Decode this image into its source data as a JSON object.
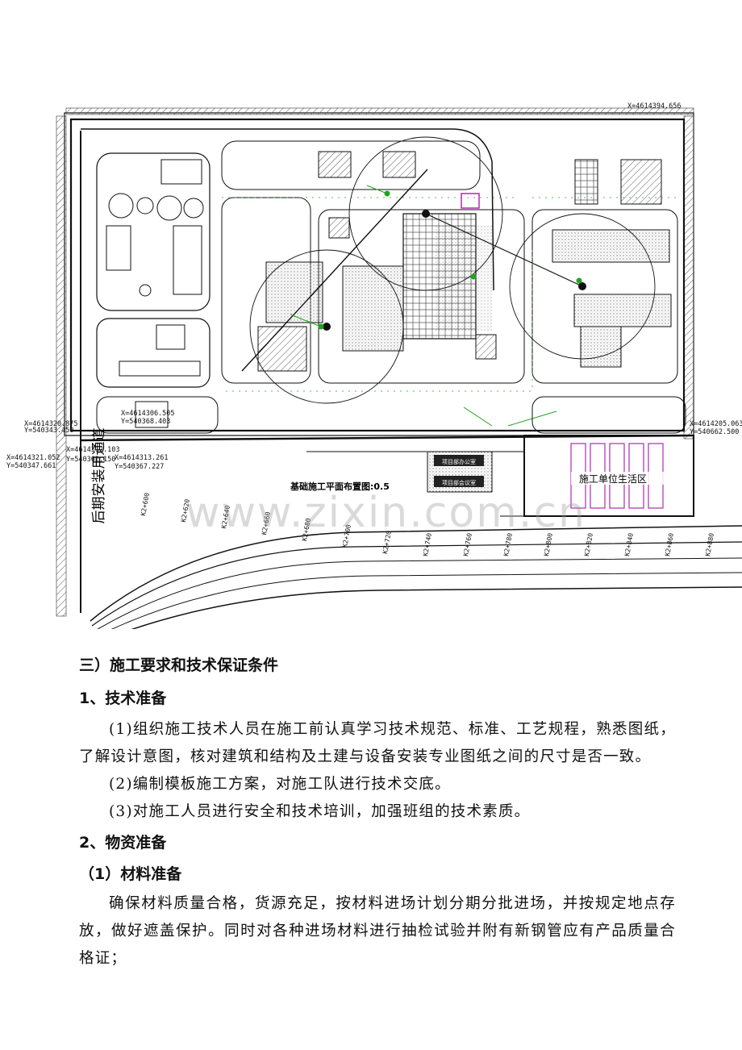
{
  "plan": {
    "caption": "基础施工平面布置图:0.5",
    "living_area": "施工单位生活区",
    "road_label": "后期安装用通道",
    "watermark": "www.zixin.com.cn",
    "coords": [
      "X=4614394.656",
      "X=4614205.063",
      "Y=540662.500",
      "X=4614320.875",
      "Y=540343.450",
      "X=4614321.052",
      "Y=540347.661",
      "X=4614306.505",
      "Y=540368.403",
      "X=4614312.103",
      "Y=540362.150",
      "X=4614313.261",
      "Y=540367.227"
    ],
    "stations": [
      "K2+600",
      "K2+620",
      "K2+640",
      "K2+660",
      "K2+680",
      "K2+700",
      "K2+720",
      "K2+740",
      "K2+760",
      "K2+780",
      "K2+800",
      "K2+820",
      "K2+840",
      "K2+860",
      "K2+880"
    ],
    "office_labels": [
      "项目部办公室",
      "项目部会议室"
    ],
    "colors": {
      "line": "#111111",
      "green": "#1fa51f",
      "purple": "#b02ab0",
      "hatch": "#777777"
    }
  },
  "doc": {
    "section_title": "三）施工要求和技术保证条件",
    "h1": "1、技术准备",
    "p1": "(1)组织施工技术人员在施工前认真学习技术规范、标准、工艺规程，熟悉图纸，了解设计意图，核对建筑和结构及土建与设备安装专业图纸之间的尺寸是否一致。",
    "p2": "(2)编制模板施工方案，对施工队进行技术交底。",
    "p3": "(3)对施工人员进行安全和技术培训，加强班组的技术素质。",
    "h2": "2、物资准备",
    "h3": "（1）材料准备",
    "p4": "确保材料质量合格，货源充足，按材料进场计划分期分批进场，并按规定地点存放，做好遮盖保护。同时对各种进场材料进行抽检试验并附有新钢管应有产品质量合格证；"
  }
}
